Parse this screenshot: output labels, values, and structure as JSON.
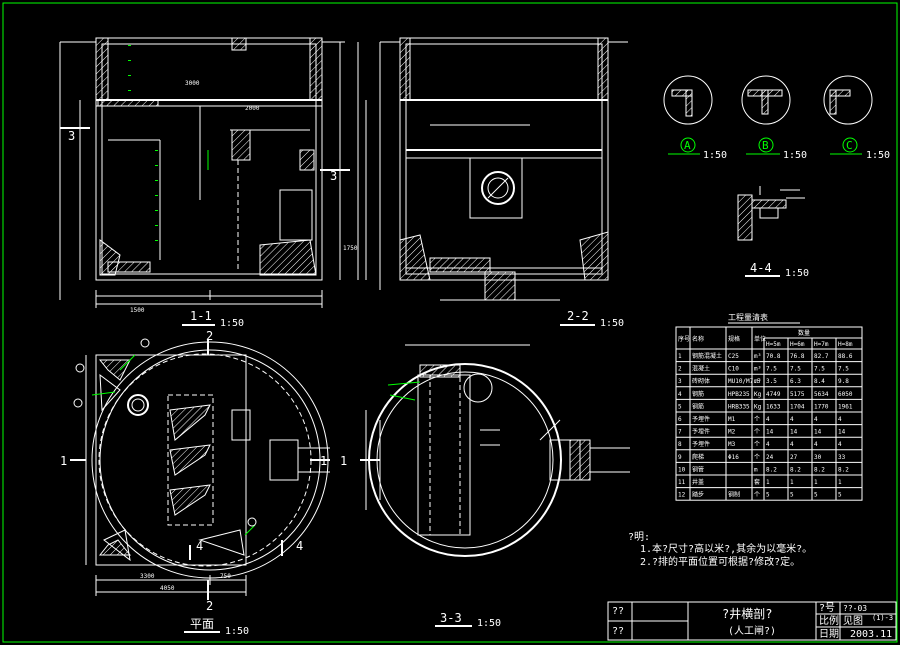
{
  "colors": {
    "background": "#000000",
    "frame": "#00ff00",
    "lines": "#ffffff",
    "accent": "#00ff00"
  },
  "views": {
    "section_1_1": {
      "title": "1-1",
      "scale": "1:50"
    },
    "section_2_2": {
      "title": "2-2",
      "scale": "1:50"
    },
    "section_3_3": {
      "title": "3-3",
      "scale": "1:50"
    },
    "section_4_4": {
      "title": "4-4",
      "scale": "1:50"
    },
    "plan": {
      "title": "平面",
      "scale": "1:50"
    }
  },
  "details": [
    {
      "label": "A",
      "scale": "1:50"
    },
    {
      "label": "B",
      "scale": "1:50"
    },
    {
      "label": "C",
      "scale": "1:50"
    }
  ],
  "section_markers": {
    "one": "1",
    "two": "2",
    "three": "3",
    "four": "4"
  },
  "plan_dims": {
    "left": "3300",
    "right": "750",
    "total": "4050"
  },
  "section_1_1_dims": {
    "d1": "2000",
    "d2": "3000",
    "d3": "1750",
    "d4": "1500"
  },
  "quantities_table": {
    "title": "工程量清表",
    "header_cols": [
      "序号",
      "名称",
      "规格",
      "单位",
      "H=5m",
      "H=6m",
      "H=7m",
      "H=8m"
    ],
    "group_label": "数量",
    "rows": [
      [
        "1",
        "钢筋混凝土",
        "C25",
        "m³",
        "70.8",
        "76.8",
        "82.7",
        "88.6"
      ],
      [
        "2",
        "混凝土",
        "C10",
        "m³",
        "7.5",
        "7.5",
        "7.5",
        "7.5"
      ],
      [
        "3",
        "砖砌体",
        "MU10/M7.5",
        "m³",
        "3.5",
        "6.3",
        "8.4",
        "9.8"
      ],
      [
        "4",
        "钢筋",
        "HPB235",
        "Kg",
        "4749",
        "5175",
        "5634",
        "6050"
      ],
      [
        "5",
        "钢筋",
        "HRB335",
        "Kg",
        "1633",
        "1704",
        "1770",
        "1961"
      ],
      [
        "6",
        "予埋件",
        "M1",
        "个",
        "4",
        "4",
        "4",
        "4"
      ],
      [
        "7",
        "予埋件",
        "M2",
        "个",
        "14",
        "14",
        "14",
        "14"
      ],
      [
        "8",
        "予埋件",
        "M3",
        "个",
        "4",
        "4",
        "4",
        "4"
      ],
      [
        "9",
        "爬梯",
        "Φ16",
        "个",
        "24",
        "27",
        "30",
        "33"
      ],
      [
        "10",
        "钢管",
        "",
        "m",
        "8.2",
        "8.2",
        "8.2",
        "8.2"
      ],
      [
        "11",
        "井盖",
        "",
        "套",
        "1",
        "1",
        "1",
        "1"
      ],
      [
        "12",
        "踏步",
        "钢制",
        "个",
        "5",
        "5",
        "5",
        "5"
      ]
    ]
  },
  "notes": {
    "heading": "?明:",
    "lines": [
      "1.本?尺寸?高以米?,其余为以毫米?。",
      "2.?排的平面位置可根据?修改?定。"
    ]
  },
  "title_block": {
    "design_label": "??",
    "check_label": "??",
    "drawing_title": "?井横剖?",
    "drawing_subtitle": "(人工闸?)",
    "num_label": "?号",
    "num_value": "??-03",
    "scale_label": "比例",
    "scale_value": "见图",
    "date_label": "日期",
    "date_value": "2003.11",
    "code_value": "(1)-3"
  }
}
